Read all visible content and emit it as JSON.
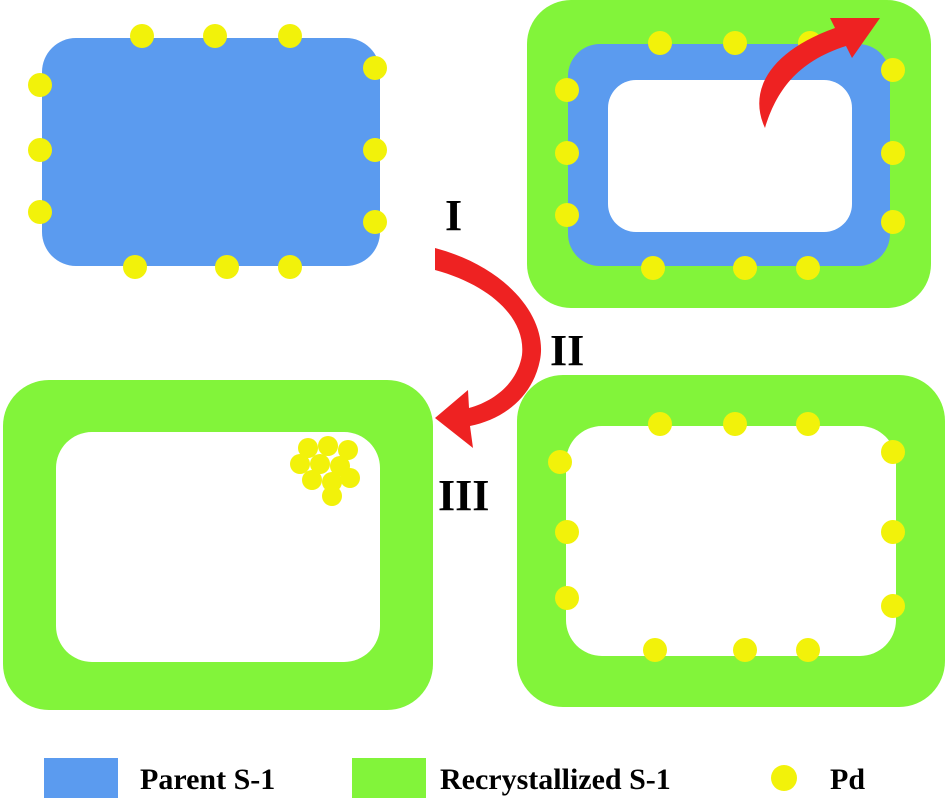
{
  "colors": {
    "parent": "#5b9bef",
    "recrystallized": "#82f43a",
    "pd": "#f2f20a",
    "arrow": "#ee2222",
    "hollow": "#ffffff"
  },
  "steps": {
    "step1": "I",
    "step2": "II",
    "step3": "III"
  },
  "legend": {
    "parent": "Parent S-1",
    "recrystallized": "Recrystallized S-1",
    "pd": "Pd"
  }
}
